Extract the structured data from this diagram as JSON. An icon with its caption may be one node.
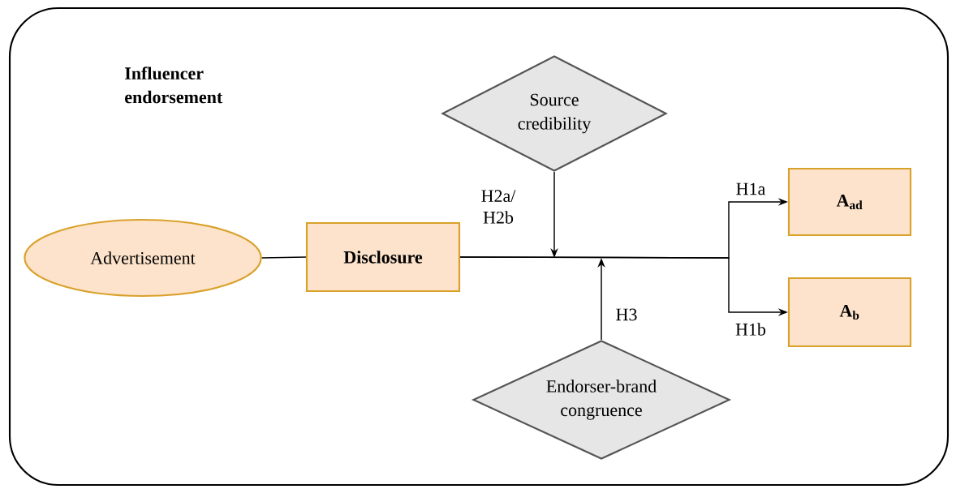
{
  "diagram": {
    "nodes": [
      {
        "text": [
          "Influencer endorsement"
        ]
      },
      {
        "text": [
          "Advertisement"
        ],
        "in": 0
      },
      {
        "text": [
          "Disclosure"
        ],
        "in": 0
      },
      {
        "text": [
          "Source credibility"
        ],
        "in": 0
      },
      {
        "text": [
          "Endorser-brand congruence"
        ],
        "in": 0
      },
      {
        "text": [
          "A$_{ad}$"
        ],
        "in": 0
      },
      {
        "text": [
          "A$_{b}$"
        ],
        "in": 0
      }
    ],
    "edges": [
      {
        "from": 1,
        "to": 2,
        "arrow": "none"
      },
      {
        "from": 2,
        "to": 5,
        "arrow": "to",
        "label": "H1a"
      },
      {
        "from": 2,
        "to": 6,
        "arrow": "to",
        "label": "H1b"
      },
      {
        "from": 3,
        "to": null,
        "arrow": "to",
        "label": "H2a/ H2b"
      },
      {
        "from": 4,
        "to": null,
        "arrow": "to",
        "label": "H3"
      }
    ]
  }
}
